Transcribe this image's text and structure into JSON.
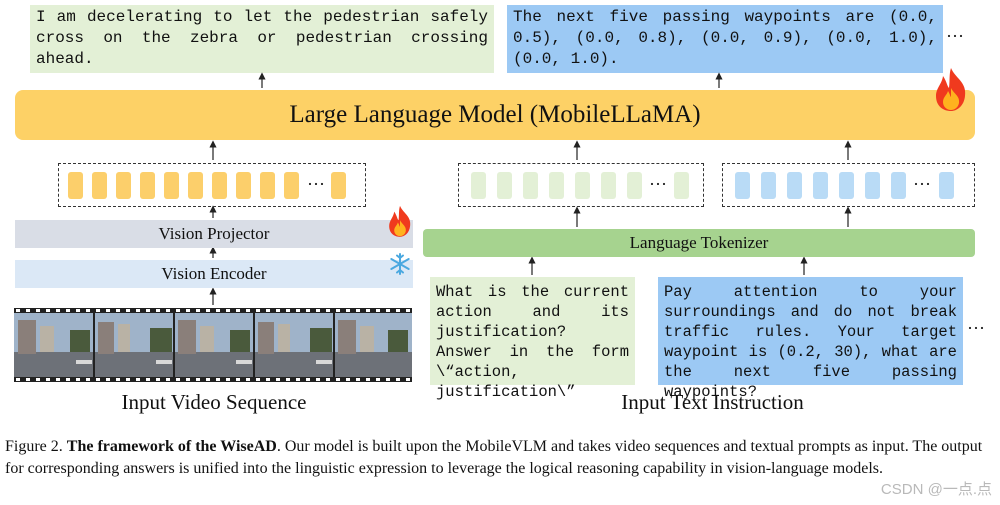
{
  "output": {
    "action_text": "I am decelerating to let the pedestrian safely cross on the zebra or pedestrian crossing ahead.",
    "waypoint_text": "The next five passing waypoints are (0.0, 0.5), (0.0,  0.8), (0.0, 0.9), (0.0, 1.0), (0.0, 1.0).",
    "more": "···"
  },
  "llm": {
    "label": "Large Language Model (MobileLLaMA)"
  },
  "vision": {
    "projector_label": "Vision Projector",
    "encoder_label": "Vision Encoder",
    "token_ellipsis": "···",
    "token_color": "#fccf6b",
    "trainable_icon": "fire-icon",
    "frozen_icon": "snowflake-icon"
  },
  "text": {
    "tokenizer_label": "Language Tokenizer",
    "token_ellipsis_1": "···",
    "token_ellipsis_2": "···",
    "green_token_color": "#e3f0d6",
    "blue_token_color": "#b9dbf6",
    "prompt_action": "What is the current action and its justification? Answer in the form \\“action, justification\\”",
    "prompt_waypoint": "Pay attention to your surroundings and do not break traffic rules. Your target waypoint is (0.2, 30), what are the next five passing waypoints?",
    "more": "···"
  },
  "labels": {
    "video": "Input Video Sequence",
    "text": "Input Text Instruction"
  },
  "caption": {
    "prefix": "Figure 2. ",
    "bold": "The framework of the WiseAD",
    "rest": ". Our model is built upon the MobileVLM and takes video sequences and textual prompts as input. The output for corresponding answers is unified into the linguistic expression to leverage the logical reasoning capability in vision-language models."
  },
  "watermark": "CSDN @一点.点"
}
